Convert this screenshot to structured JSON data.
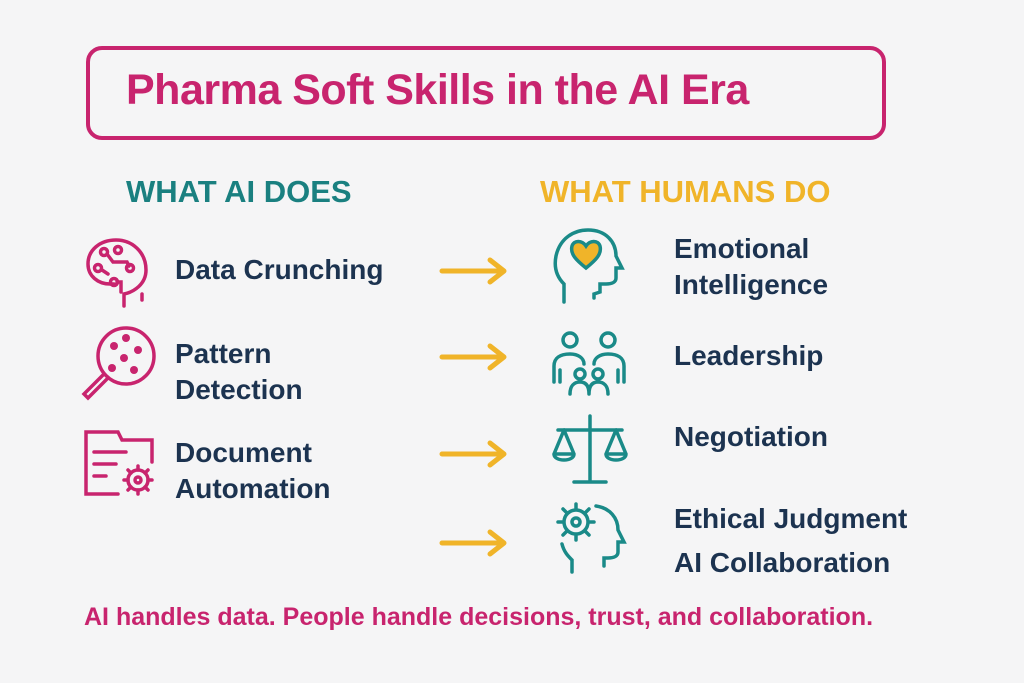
{
  "title": "Pharma Soft Skills in the AI Era",
  "headers": {
    "ai": "WHAT AI DOES",
    "humans": "WHAT HUMANS DO"
  },
  "ai_items": [
    {
      "lines": [
        "Data Crunching"
      ],
      "icon": "brain-circuit-icon"
    },
    {
      "lines": [
        "Pattern",
        "Detection"
      ],
      "icon": "magnifier-dots-icon"
    },
    {
      "lines": [
        "Document",
        "Automation"
      ],
      "icon": "document-gear-icon"
    }
  ],
  "human_items": [
    {
      "lines": [
        "Emotional",
        "Intelligence"
      ],
      "icon": "head-heart-icon"
    },
    {
      "lines": [
        "Leadership"
      ],
      "icon": "team-icon"
    },
    {
      "lines": [
        "Negotiation"
      ],
      "icon": "scales-icon"
    },
    {
      "lines": [
        "Ethical Judgment",
        "AI Collaboration"
      ],
      "icon": "head-gear-icon"
    }
  ],
  "footer": "AI handles data. People handle decisions, trust, and collaboration.",
  "colors": {
    "magenta": "#c8246e",
    "teal": "#1a8a88",
    "yellow": "#f0b429",
    "navy": "#1c3350",
    "background": "#f5f5f6"
  }
}
